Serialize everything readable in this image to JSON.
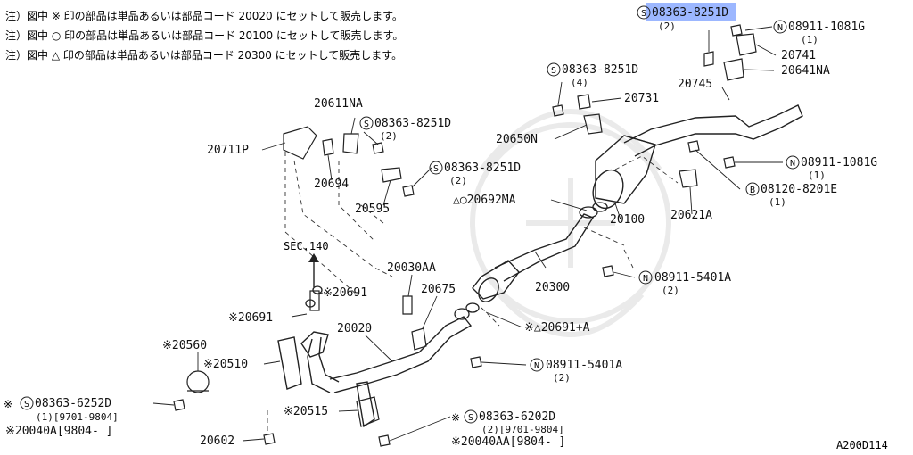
{
  "notes": [
    "注）図中 ※ 印の部品は単品あるいは部品コード 20020 にセットして販売します。",
    "注）図中 ○ 印の部品は単品あるいは部品コード 20100 にセットして販売します。",
    "注）図中 △ 印の部品は単品あるいは部品コード 20300 にセットして販売します。"
  ],
  "highlight_color": "#4a7cff",
  "diagram_code": "A200D114",
  "sec_label": "SEC.140",
  "labels": {
    "p08363_8251D_top": "08363-8251D",
    "p08363_8251D_top_qty": "(2)",
    "p08911_1081G_top": "08911-1081G",
    "p08911_1081G_top_qty": "(1)",
    "p20741": "20741",
    "p20641NA": "20641NA",
    "p20745": "20745",
    "p08363_8251D_mid": "08363-8251D",
    "p08363_8251D_mid_qty": "(4)",
    "p20731": "20731",
    "p20611NA": "20611NA",
    "p08363_8251D_a": "08363-8251D",
    "p08363_8251D_a_qty": "(2)",
    "p20650N": "20650N",
    "p20711P": "20711P",
    "p08911_1081G_r": "08911-1081G",
    "p08911_1081G_r_qty": "(1)",
    "p08363_8251D_b": "08363-8251D",
    "p08363_8251D_b_qty": "(2)",
    "p20694": "20694",
    "p08120_8201E": "08120-8201E",
    "p08120_8201E_qty": "(1)",
    "p20692MA": "△○20692MA",
    "p20595": "20595",
    "p20100": "20100",
    "p20621A": "20621A",
    "p20030AA": "20030AA",
    "p20300": "20300",
    "p08911_5401A_r": "08911-5401A",
    "p08911_5401A_r_qty": "(2)",
    "p20691_a": "※20691",
    "p20675": "20675",
    "p20691_b": "※20691",
    "p20020": "20020",
    "p20691A": "※△20691+A",
    "p20560": "※20560",
    "p20510": "※20510",
    "p08911_5401A_b": "08911-5401A",
    "p08911_5401A_b_qty": "(2)",
    "p08363_6252D": "08363-6252D",
    "p08363_6252D_note": "(1)[9701-9804]",
    "p20040A": "※20040A[9804-    ]",
    "p20515": "※20515",
    "p08363_6202D": "08363-6202D",
    "p08363_6202D_note": "(2)[9701-9804]",
    "p20040AA": "※20040AA[9804-    ]",
    "p20602": "20602",
    "prefix_S": "S",
    "prefix_N": "N",
    "prefix_B": "B",
    "prefix_xS": "※"
  }
}
